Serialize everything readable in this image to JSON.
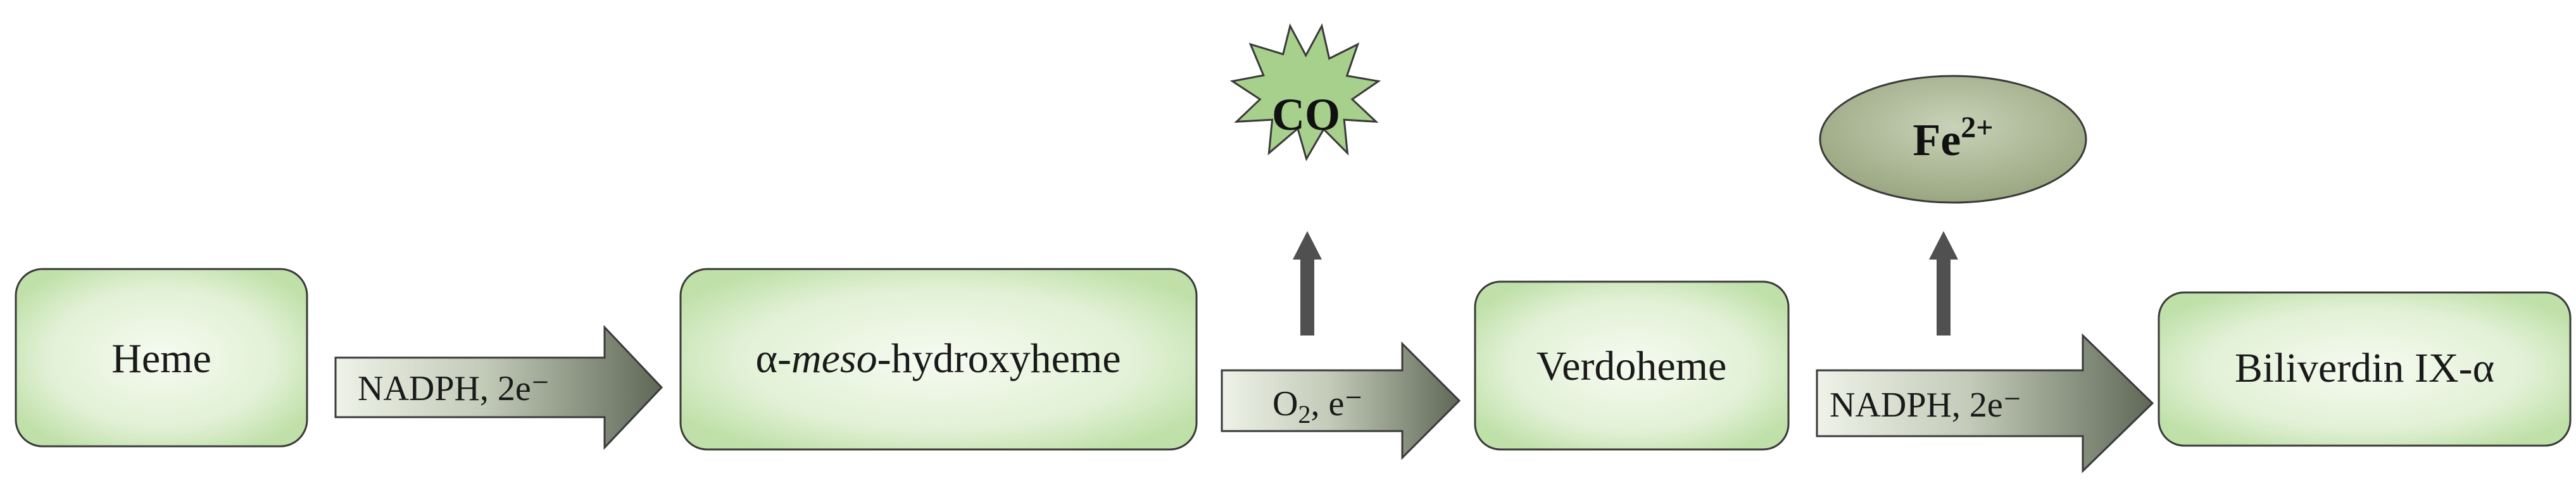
{
  "nodes": {
    "heme": "Heme",
    "hydroxyheme_prefix": "α-",
    "hydroxyheme_italic": "meso",
    "hydroxyheme_suffix": "-hydroxyheme",
    "verdoheme": "Verdoheme",
    "biliverdin": "Biliverdin IX-α"
  },
  "steps": {
    "step1": "NADPH, 2e⁻",
    "step2_o": "O",
    "step2_sub": "2",
    "step2_rest": ", e⁻",
    "step3": "NADPH, 2e⁻"
  },
  "products": {
    "co": "CO",
    "fe_base": "Fe",
    "fe_sup": "2+"
  },
  "colors": {
    "box_border": "#3a3a3a",
    "box_fill_center": "#f6fbf1",
    "box_fill_edge": "#bfe0a8",
    "arrow_dark": "#6f7766",
    "arrow_light": "#e4eadc",
    "star_fill": "#a6d08c",
    "ellipse_fill": "#a4b08f",
    "up_arrow": "#505050"
  }
}
